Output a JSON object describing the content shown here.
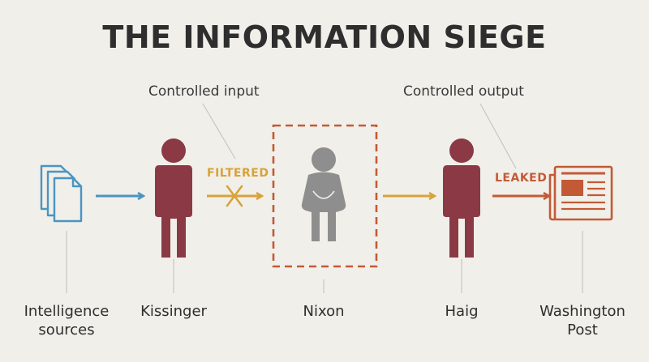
{
  "title": "THE INFORMATION SIEGE",
  "callouts": {
    "input": "Controlled input",
    "output": "Controlled output"
  },
  "arrow_labels": {
    "filtered": "FILTERED",
    "leaked": "LEAKED"
  },
  "nodes": [
    {
      "id": "intelligence",
      "label_line1": "Intelligence",
      "label_line2": "sources",
      "icon": "documents-icon"
    },
    {
      "id": "kissinger",
      "label_line1": "Kissinger",
      "icon": "person-icon"
    },
    {
      "id": "nixon",
      "label_line1": "Nixon",
      "icon": "seated-person-icon"
    },
    {
      "id": "haig",
      "label_line1": "Haig",
      "icon": "person-icon"
    },
    {
      "id": "washington_post",
      "label_line1": "Washington",
      "label_line2": "Post",
      "icon": "newspaper-icon"
    }
  ],
  "colors": {
    "background": "#f1efe9",
    "title": "#2e2e2e",
    "person": "#8b3a45",
    "nixon": "#8e8e8e",
    "blue": "#4a95c2",
    "gold": "#d7a33a",
    "rust": "#c35a36",
    "guide_line": "#c8c6c0"
  }
}
